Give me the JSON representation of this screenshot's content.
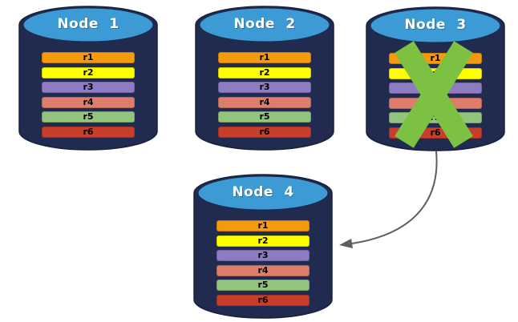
{
  "colors": {
    "background": "#FFFFFF",
    "cylinder_body": "#212B50",
    "cylinder_top": "#3C9AD5",
    "node_label_text": "#FFFFFF",
    "row_label_text": "#000000",
    "failure_x": "#7CC142",
    "arrow": "#5E5E5E"
  },
  "row_colors": [
    "#F5990D",
    "#FEFE00",
    "#8E7CC3",
    "#DC7E6B",
    "#93C47D",
    "#C93D2B"
  ],
  "nodes": [
    {
      "id": "node-1",
      "label": "Node 1",
      "status": "active",
      "rows": [
        "r1",
        "r2",
        "r3",
        "r4",
        "r5",
        "r6"
      ]
    },
    {
      "id": "node-2",
      "label": "Node 2",
      "status": "active",
      "rows": [
        "r1",
        "r2",
        "r3",
        "r4",
        "r5",
        "r6"
      ]
    },
    {
      "id": "node-3",
      "label": "Node 3",
      "status": "failed",
      "rows": [
        "r1",
        "r2",
        "r3",
        "r4",
        "r5",
        "r6"
      ]
    },
    {
      "id": "node-4",
      "label": "Node 4",
      "status": "active",
      "rows": [
        "r1",
        "r2",
        "r3",
        "r4",
        "r5",
        "r6"
      ]
    }
  ]
}
